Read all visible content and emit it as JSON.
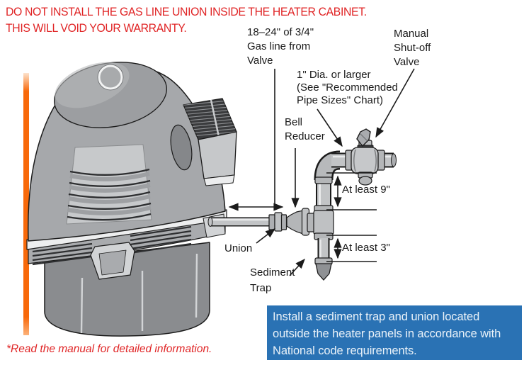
{
  "warning": {
    "text": "DO NOT INSTALL THE GAS LINE UNION INSIDE THE HEATER CABINET.\nTHIS WILL VOID YOUR WARRANTY.",
    "color": "#E02425"
  },
  "diagram": {
    "labels": {
      "gas_line": "18–24\" of 3/4\"\nGas line from\nValve",
      "manual_valve": "Manual\nShut-off\nValve",
      "pipe_diameter": "1\" Dia. or larger\n(See \"Recommended\nPipe Sizes\" Chart)",
      "bell_reducer": "Bell\nReducer",
      "at_least_9": "At least 9\"",
      "at_least_3": "At least 3\"",
      "union": "Union",
      "sediment_trap": "Sediment\nTrap"
    },
    "accent_bar_color": "#F8690A",
    "line_color": "#1B1B1B",
    "pipe_gray": "#C2C4C6",
    "heater_gray": "#A6A8AB"
  },
  "footnote": {
    "text": "*Read the manual for detailed information.",
    "color": "#E02425"
  },
  "note_box": {
    "text": "Install a sediment trap and union located outside the heater panels in accordance with National code requirements.",
    "bg": "#2A72B4",
    "fg": "#EAF2F9"
  }
}
